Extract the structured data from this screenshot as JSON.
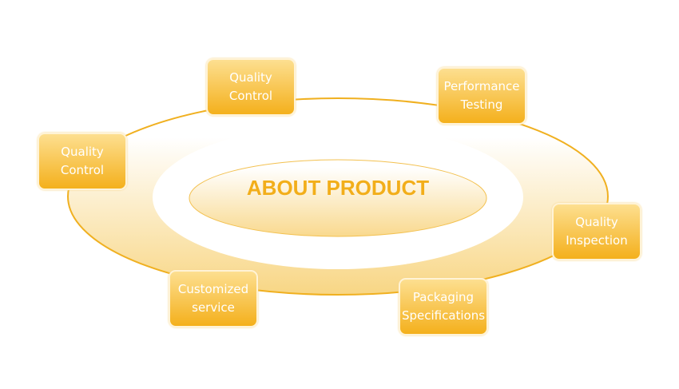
{
  "title": "ABOUT PRODUCT",
  "nodes": [
    {
      "label": "Quality\nControl"
    },
    {
      "label": "Performance\nTesting"
    },
    {
      "label": "Quality\nControl"
    },
    {
      "label": "Quality\nInspection"
    },
    {
      "label": "Customized\nservice"
    },
    {
      "label": "Packaging\nSpecifications"
    }
  ],
  "colors": {
    "accent": "#f2ae1a",
    "box_top": "#fddf90",
    "box_bottom": "#f4b01c"
  }
}
